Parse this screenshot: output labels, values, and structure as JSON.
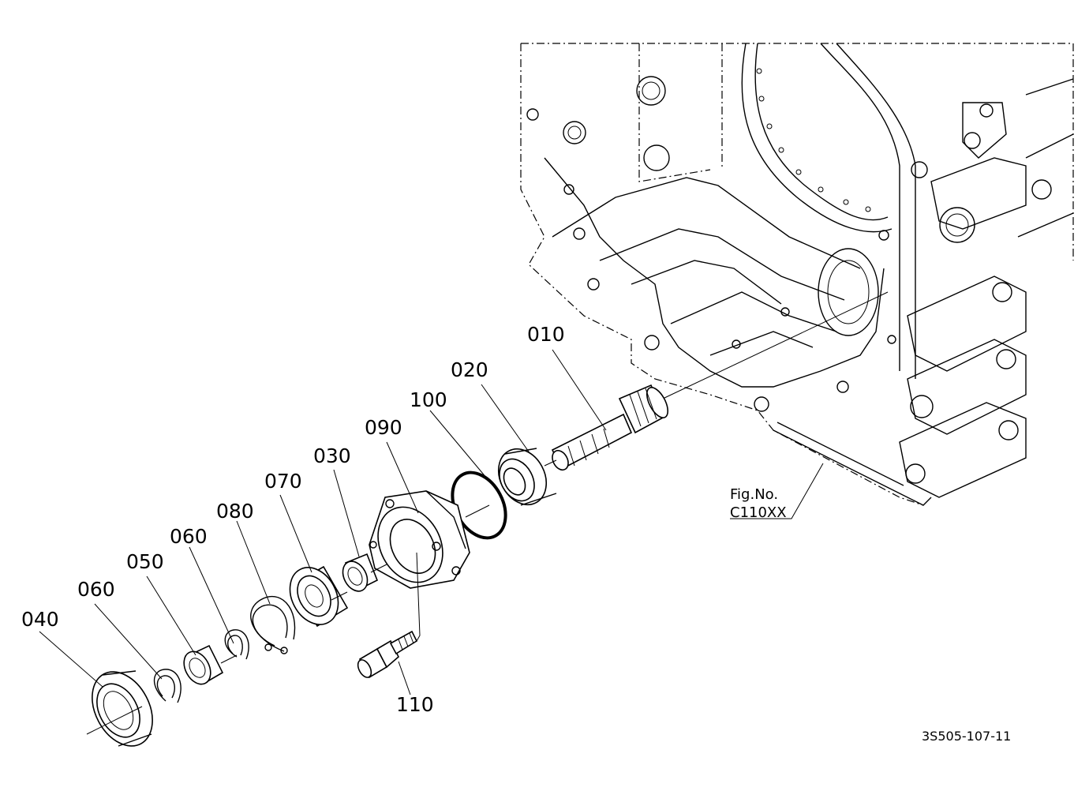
{
  "parts": [
    {
      "id": "p010",
      "label": "010"
    },
    {
      "id": "p020",
      "label": "020"
    },
    {
      "id": "p100",
      "label": "100"
    },
    {
      "id": "p090",
      "label": "090"
    },
    {
      "id": "p030",
      "label": "030"
    },
    {
      "id": "p070",
      "label": "070"
    },
    {
      "id": "p080",
      "label": "080"
    },
    {
      "id": "p060a",
      "label": "060"
    },
    {
      "id": "p050",
      "label": "050"
    },
    {
      "id": "p060b",
      "label": "060"
    },
    {
      "id": "p040",
      "label": "040"
    },
    {
      "id": "p110",
      "label": "110"
    }
  ],
  "figure_ref": {
    "line1": "Fig.No.",
    "line2": "C110XX"
  },
  "drawing_code": "3S505-107-11"
}
